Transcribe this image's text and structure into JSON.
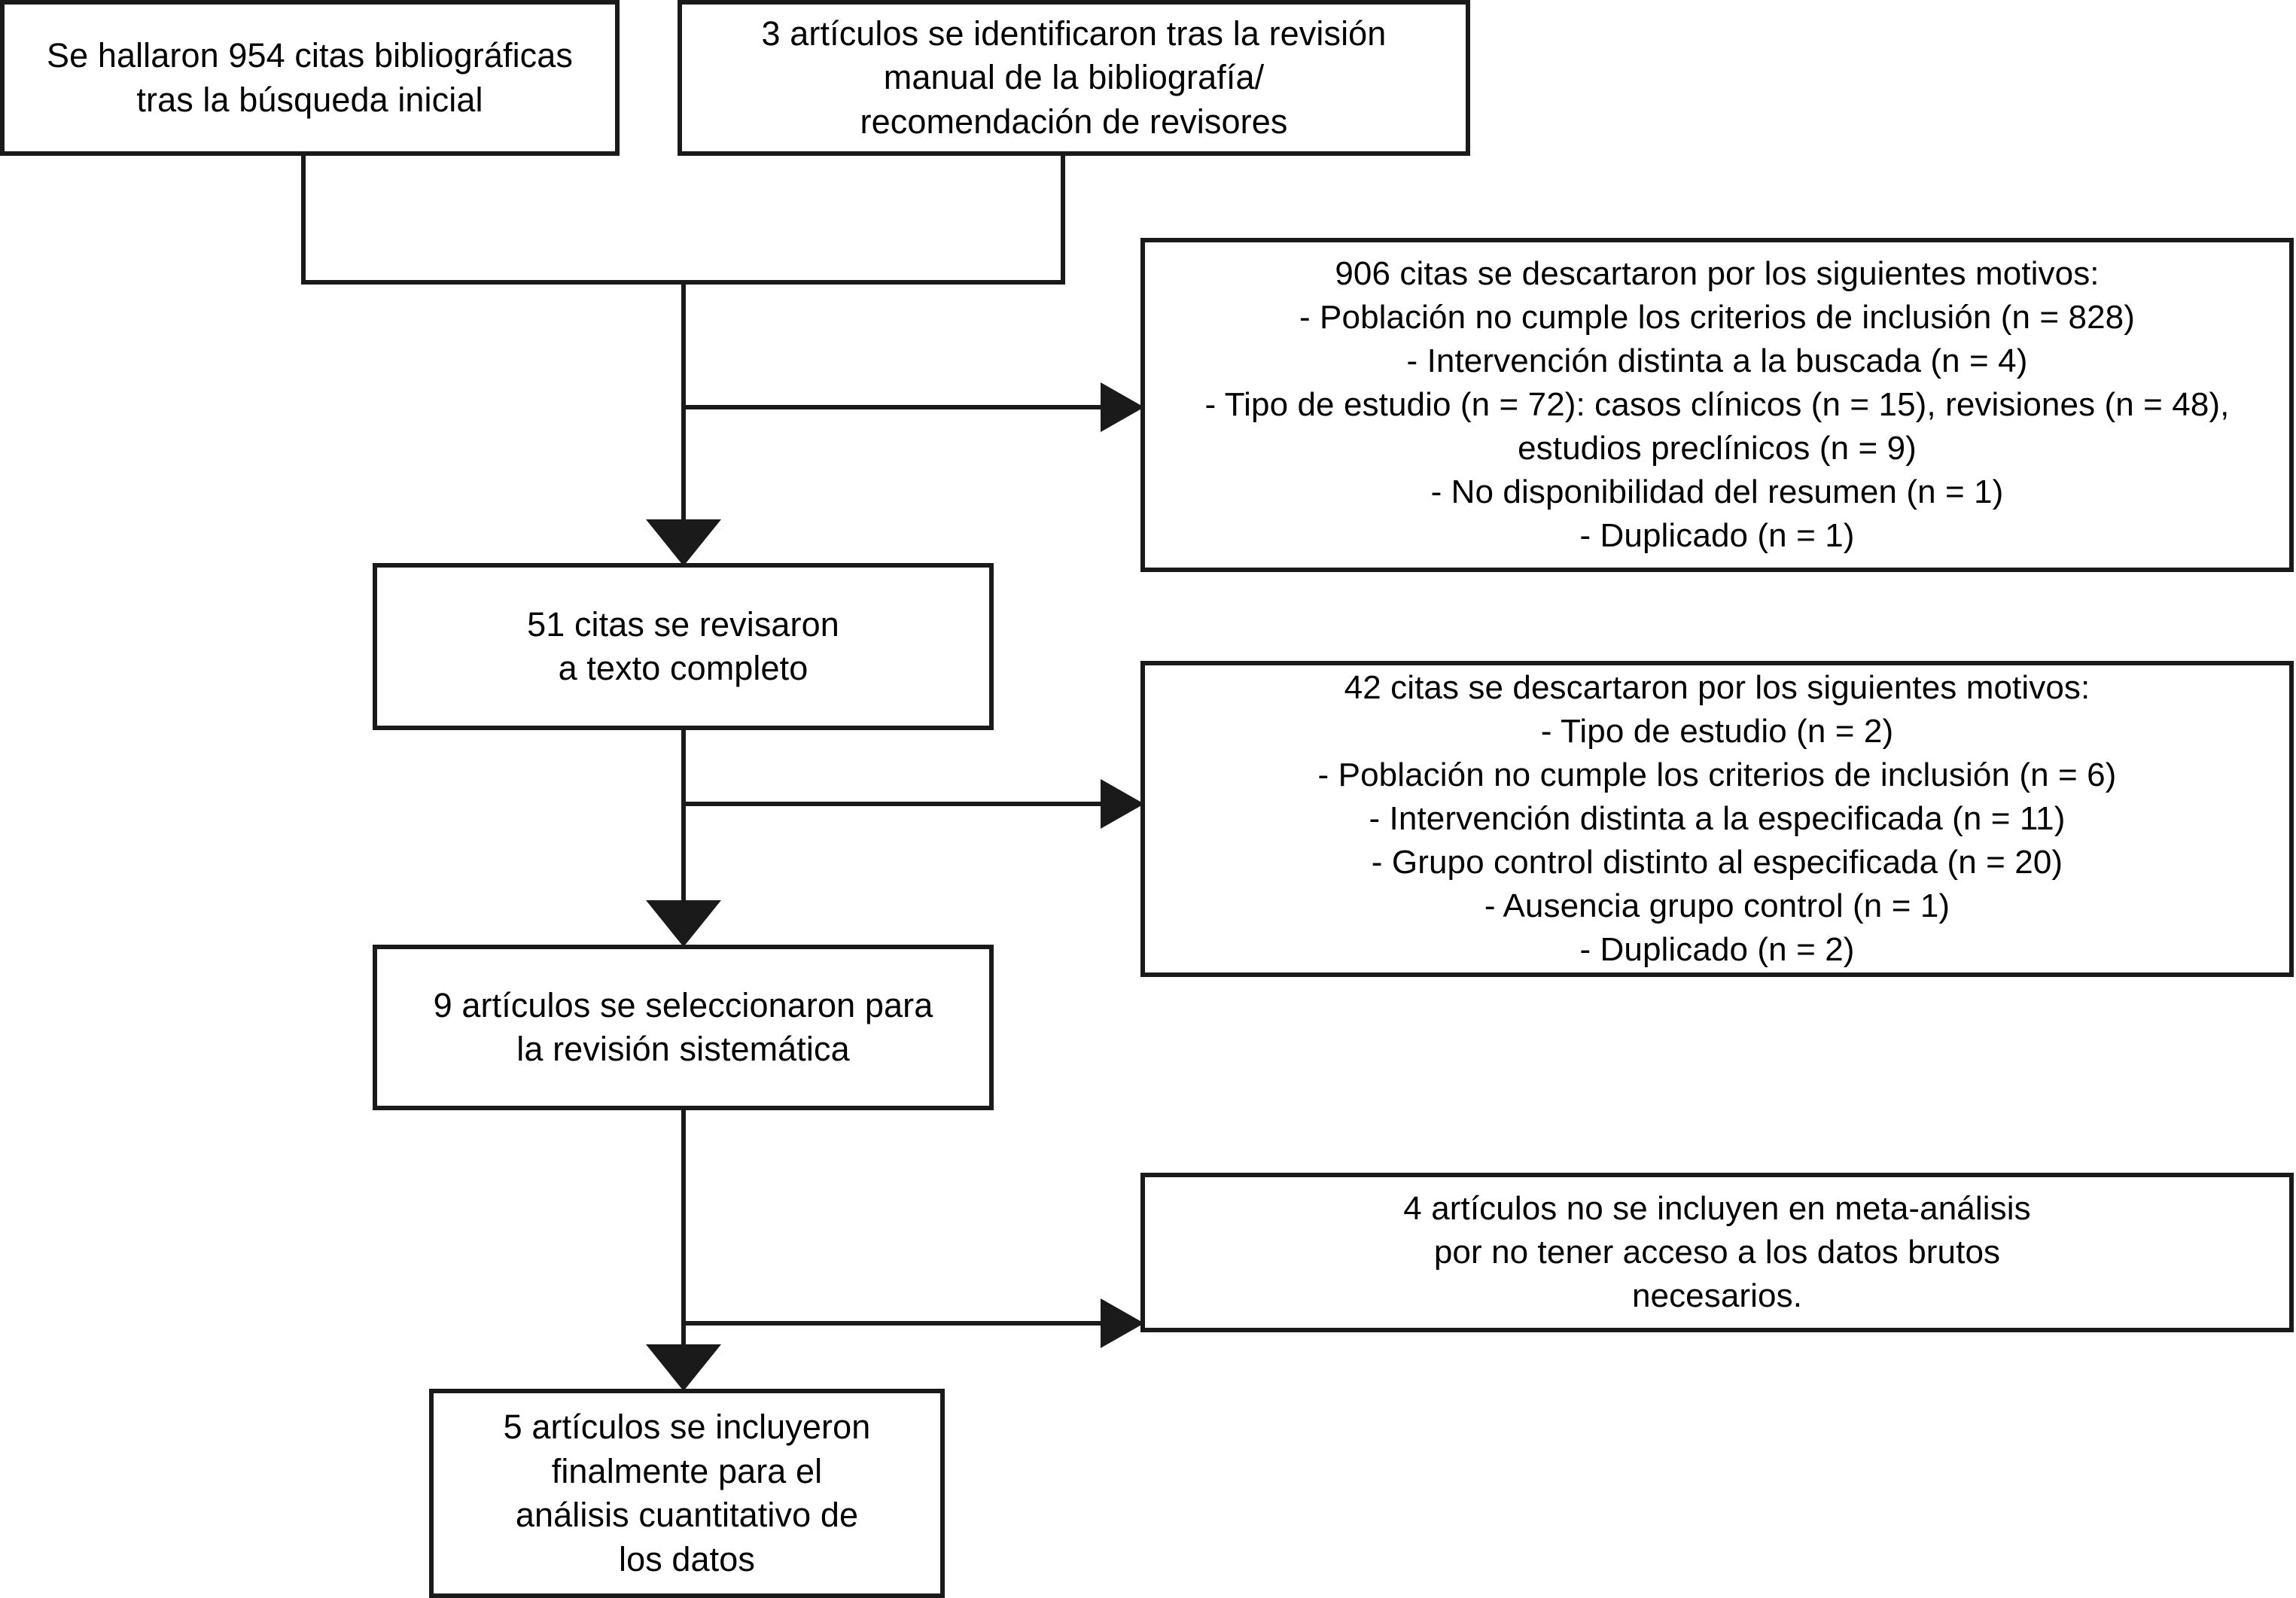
{
  "diagram": {
    "kind": "prisma-flow-diagram",
    "language": "es",
    "line_color": "#1a1a1a",
    "background_color": "#ffffff",
    "boxes": {
      "initial_search": "Se hallaron 954 citas bibliográficas\ntras la búsqueda inicial",
      "manual_search": "3 artículos se identificaron tras la revisión\nmanual de la bibliografía/\nrecomendación de revisores",
      "excluded_screening": "906 citas se descartaron por los siguientes motivos:\n- Población no cumple los criterios de inclusión (n = 828)\n- Intervención distinta a la buscada (n = 4)\n- Tipo de estudio (n = 72): casos clínicos (n = 15), revisiones (n = 48),\nestudios preclínicos (n = 9)\n- No disponibilidad del resumen (n = 1)\n- Duplicado (n = 1)",
      "full_text": "51 citas se revisaron\na texto completo",
      "excluded_fulltext": "42 citas se descartaron por los siguientes motivos:\n- Tipo de estudio (n = 2)\n- Población no cumple los criterios de inclusión (n = 6)\n- Intervención distinta a la especificada (n = 11)\n- Grupo control distinto al especificada (n = 20)\n- Ausencia grupo control (n = 1)\n- Duplicado (n = 2)",
      "systematic_review": "9 artículos se seleccionaron para\nla revisión sistemática",
      "excluded_metaanalysis": "4 artículos no se incluyen en meta-análisis\npor no tener acceso a los datos brutos\nnecesarios.",
      "quantitative_analysis": "5 artículos se incluyeron\nfinalmente para el\nanálisis cuantitativo de\nlos datos"
    },
    "counts": {
      "records_identified_database": 954,
      "records_identified_manual": 3,
      "records_excluded_screening": 906,
      "excluded_population_screening": 828,
      "excluded_intervention_screening": 4,
      "excluded_study_type_screening": 72,
      "excluded_case_reports": 15,
      "excluded_reviews": 48,
      "excluded_preclinical": 9,
      "excluded_no_abstract": 1,
      "excluded_duplicate_screening": 1,
      "full_text_assessed": 51,
      "records_excluded_fulltext": 42,
      "excluded_study_type_fulltext": 2,
      "excluded_population_fulltext": 6,
      "excluded_intervention_fulltext": 11,
      "excluded_control_group_fulltext": 20,
      "excluded_no_control_group": 1,
      "excluded_duplicate_fulltext": 2,
      "included_systematic_review": 9,
      "excluded_metaanalysis": 4,
      "included_quantitative": 5
    }
  }
}
